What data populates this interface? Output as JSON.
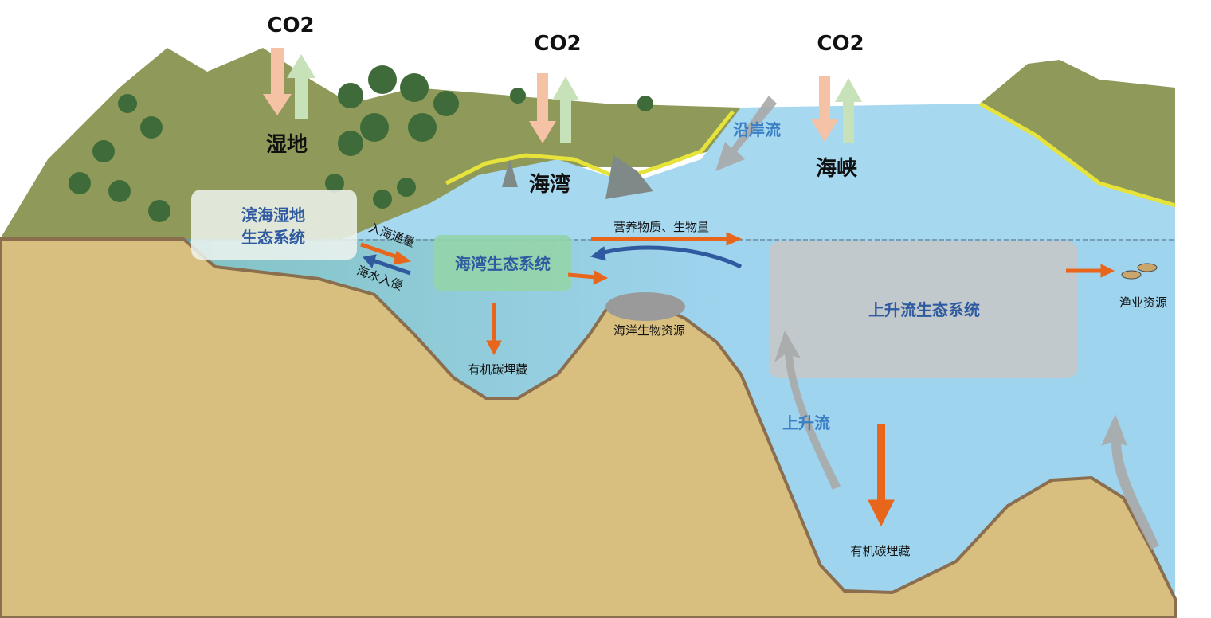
{
  "labels": {
    "co2_wetland": "CO2",
    "co2_bay": "CO2",
    "co2_strait": "CO2",
    "wetland": "湿地",
    "bay": "海湾",
    "coastal_current": "沿岸流",
    "strait": "海峡",
    "coastal_wetland_ecosystem_line1": "滨海湿地",
    "coastal_wetland_ecosystem_line2": "生态系统",
    "input_flux": "入海通量",
    "seawater_intrusion": "海水入侵",
    "nutrients_biomass": "营养物质、生物量",
    "bay_ecosystem": "海湾生态系统",
    "marine_bio_resources": "海洋生物资源",
    "organic_carbon_burial_bay": "有机碳埋藏",
    "upwelling_ecosystem": "上升流生态系统",
    "fishery_resources": "渔业资源",
    "upwelling": "上升流",
    "organic_carbon_burial_deep": "有机碳埋藏"
  },
  "colors": {
    "sand": "#d9bf7f",
    "water": "#9fd4ef",
    "land": "#8f9a5a",
    "flux_out": "#e8661c",
    "flux_in": "#2f5aa0",
    "co2_down": "#f5c2a5",
    "co2_up": "#c7e2b8",
    "current": "#a8a8a8"
  }
}
